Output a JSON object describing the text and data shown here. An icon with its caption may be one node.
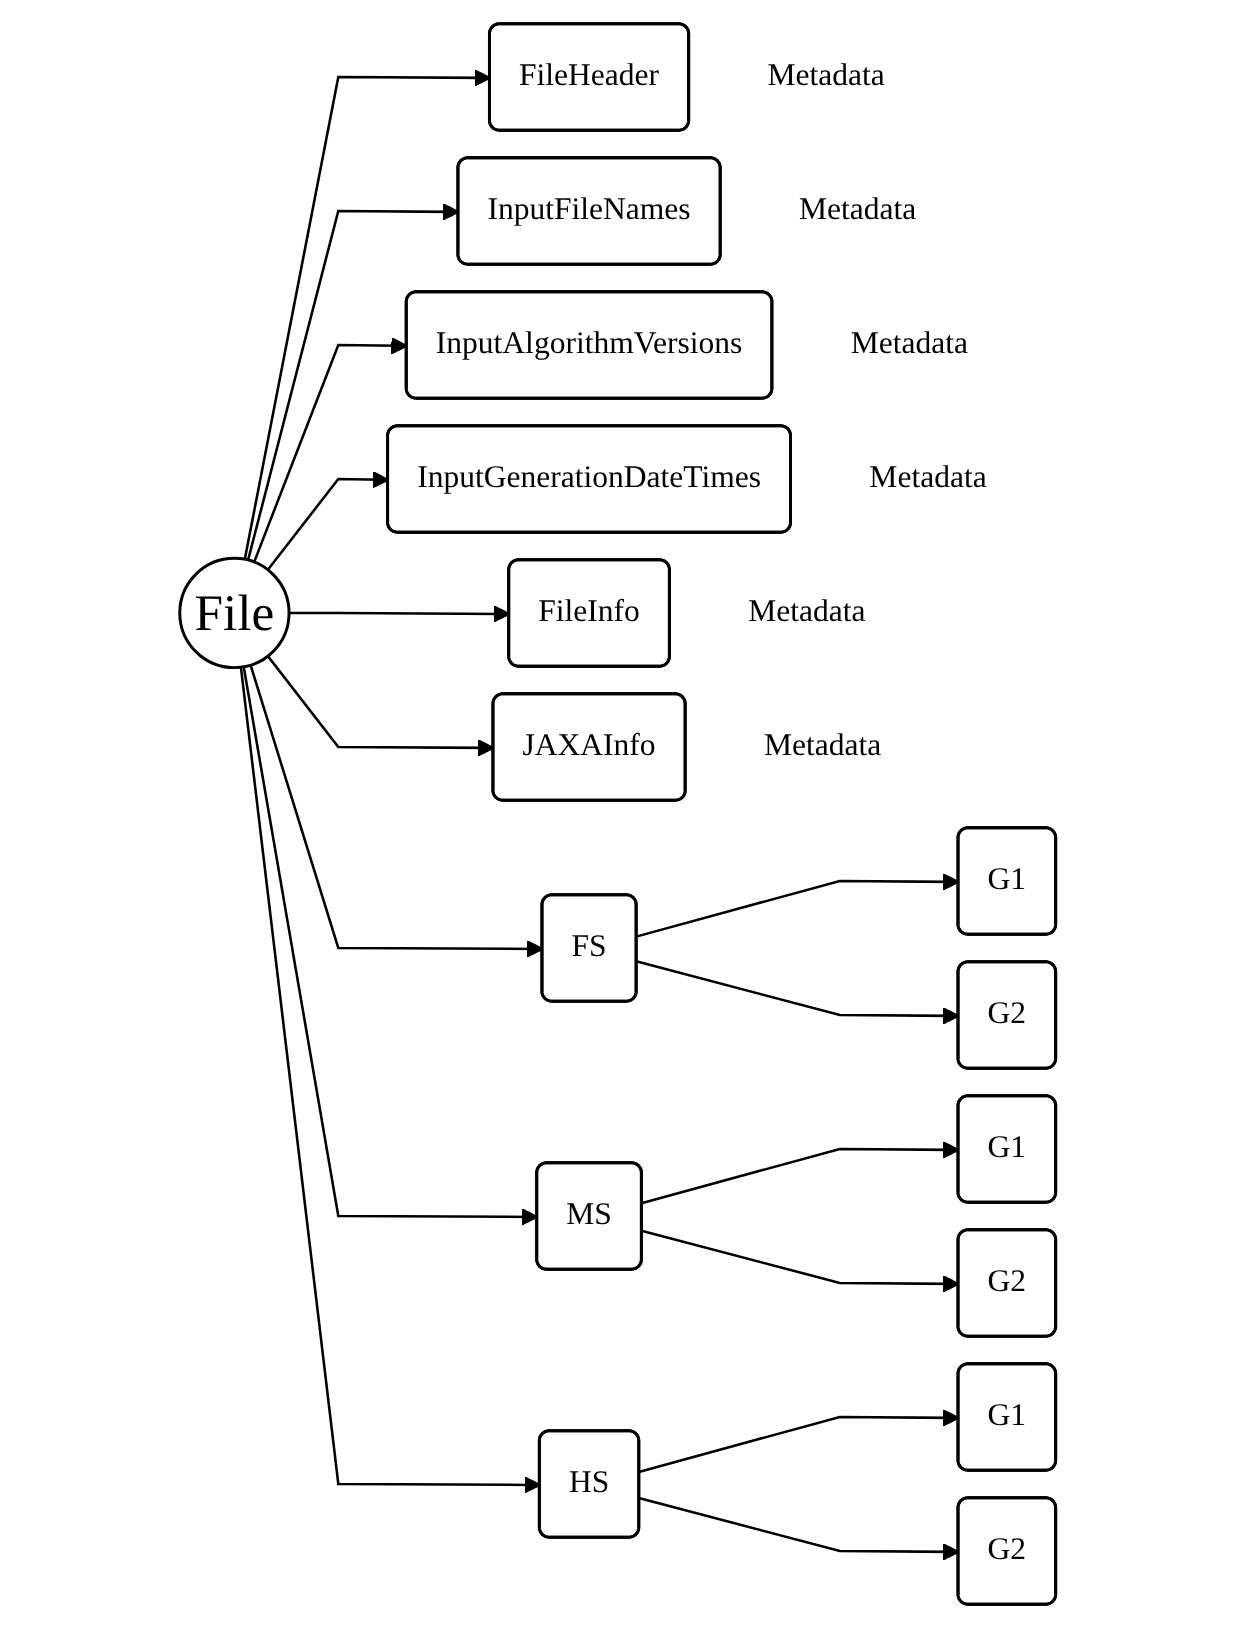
{
  "diagram": {
    "nodes": [
      {
        "text": [
          "File"
        ]
      },
      {
        "text": [
          "FileHeader"
        ],
        "beside": [
          "Metadata"
        ]
      },
      {
        "text": [
          "InputFileNames"
        ],
        "beside": [
          "Metadata"
        ]
      },
      {
        "text": [
          "InputAlgorithmVersions"
        ],
        "beside": [
          "Metadata"
        ]
      },
      {
        "text": [
          "InputGenerationDateTimes"
        ],
        "beside": [
          "Metadata"
        ]
      },
      {
        "text": [
          "FileInfo"
        ],
        "beside": [
          "Metadata"
        ]
      },
      {
        "text": [
          "JAXAInfo"
        ],
        "beside": [
          "Metadata"
        ]
      },
      {
        "text": [
          "FS"
        ]
      },
      {
        "text": [
          "G1"
        ]
      },
      {
        "text": [
          "G2"
        ]
      },
      {
        "text": [
          "MS"
        ]
      },
      {
        "text": [
          "G1"
        ]
      },
      {
        "text": [
          "G2"
        ]
      },
      {
        "text": [
          "HS"
        ]
      },
      {
        "text": [
          "G1"
        ]
      },
      {
        "text": [
          "G2"
        ]
      }
    ],
    "edges": [
      {
        "from": 0,
        "to": 1,
        "arrow": "to"
      },
      {
        "from": 0,
        "to": 2,
        "arrow": "to"
      },
      {
        "from": 0,
        "to": 3,
        "arrow": "to"
      },
      {
        "from": 0,
        "to": 4,
        "arrow": "to"
      },
      {
        "from": 0,
        "to": 5,
        "arrow": "to"
      },
      {
        "from": 0,
        "to": 6,
        "arrow": "to"
      },
      {
        "from": 0,
        "to": 7,
        "arrow": "to"
      },
      {
        "from": 0,
        "to": 10,
        "arrow": "to"
      },
      {
        "from": 0,
        "to": 13,
        "arrow": "to"
      },
      {
        "from": 7,
        "to": 8,
        "arrow": "to"
      },
      {
        "from": 7,
        "to": 9,
        "arrow": "to"
      },
      {
        "from": 10,
        "to": 11,
        "arrow": "to"
      },
      {
        "from": 10,
        "to": 12,
        "arrow": "to"
      },
      {
        "from": 13,
        "to": 14,
        "arrow": "to"
      },
      {
        "from": 13,
        "to": 15,
        "arrow": "to"
      }
    ]
  }
}
